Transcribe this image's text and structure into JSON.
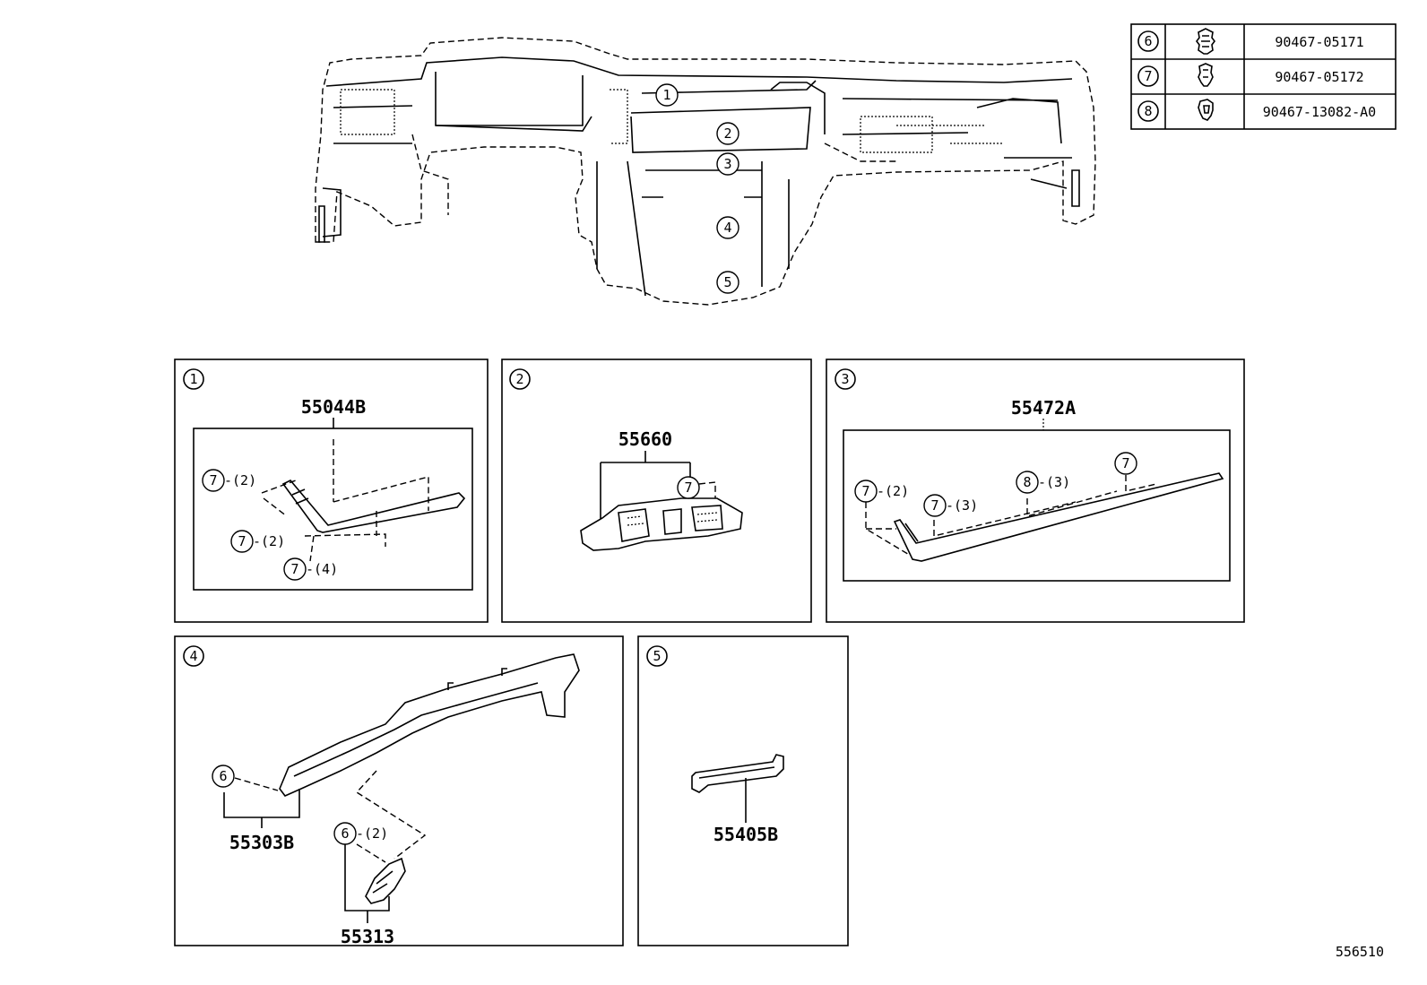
{
  "fastener_table": [
    {
      "ref": "6",
      "icon": "clip-a-icon",
      "part_no": "90467-05171"
    },
    {
      "ref": "7",
      "icon": "clip-b-icon",
      "part_no": "90467-05172"
    },
    {
      "ref": "8",
      "icon": "clip-c-icon",
      "part_no": "90467-13082-A0"
    }
  ],
  "overview": {
    "callouts": [
      "1",
      "2",
      "3",
      "4",
      "5"
    ]
  },
  "panels": {
    "p1": {
      "ref": "1",
      "part": "55044B",
      "callouts": [
        {
          "ref": "7",
          "qty": "-(2)"
        },
        {
          "ref": "7",
          "qty": "-(2)"
        },
        {
          "ref": "7",
          "qty": "-(4)"
        }
      ]
    },
    "p2": {
      "ref": "2",
      "part": "55660",
      "callouts": [
        {
          "ref": "7",
          "qty": ""
        }
      ]
    },
    "p3": {
      "ref": "3",
      "part": "55472A",
      "callouts": [
        {
          "ref": "7",
          "qty": "-(2)"
        },
        {
          "ref": "7",
          "qty": "-(3)"
        },
        {
          "ref": "8",
          "qty": "-(3)"
        },
        {
          "ref": "7",
          "qty": ""
        }
      ]
    },
    "p4": {
      "ref": "4",
      "part_a": "55303B",
      "part_b": "55313",
      "callouts": [
        {
          "ref": "6",
          "qty": ""
        },
        {
          "ref": "6",
          "qty": "-(2)"
        }
      ]
    },
    "p5": {
      "ref": "5",
      "part": "55405B"
    }
  },
  "drawing_id": "556510"
}
